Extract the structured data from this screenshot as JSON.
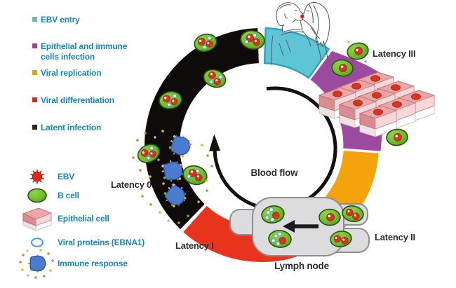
{
  "legend_stages": {
    "items": [
      {
        "label": "EBV entry",
        "color": "#66b7c6"
      },
      {
        "label": "Epithelial and immune cells infection",
        "color": "#a23e90"
      },
      {
        "label": "Viral replication",
        "color": "#d5ac0b"
      },
      {
        "label": "Viral differentiation",
        "color": "#c5311c"
      },
      {
        "label": "Latent infection",
        "color": "#2e261c"
      }
    ]
  },
  "legend_icons": {
    "items": [
      {
        "icon": "ebv-virus-icon",
        "label": "EBV"
      },
      {
        "icon": "b-cell-icon",
        "label": "B cell"
      },
      {
        "icon": "epithelial-cell-icon",
        "label": "Epithelial cell"
      },
      {
        "icon": "viral-proteins-icon",
        "label": "Viral proteins (EBNA1)"
      },
      {
        "icon": "immune-response-icon",
        "label": "Immune response"
      }
    ]
  },
  "cycle": {
    "labels": {
      "latency_3": "Latency III",
      "latency_2": "Latency II",
      "latency_1": "Latency I",
      "latency_0": "Latency 0",
      "blood_flow": "Blood flow",
      "lymph_node": "Lymph node"
    }
  },
  "colors": {
    "legend_text": "#1487ba",
    "ebv_entry_segment": "#5ec5d6",
    "infection_segment": "#9a4a9f",
    "viral_replication_segment": "#f5a30b",
    "viral_differentiation_segment": "#e8331d",
    "latent_infection_segment": "#100b0b",
    "b_cell_green": "#6cbe2c",
    "virus_red": "#dd2a18",
    "epithelial_pink": "#eda5a8",
    "immune_blue": "#4b7bce",
    "lymph_node_gray": "#dcdcde"
  }
}
